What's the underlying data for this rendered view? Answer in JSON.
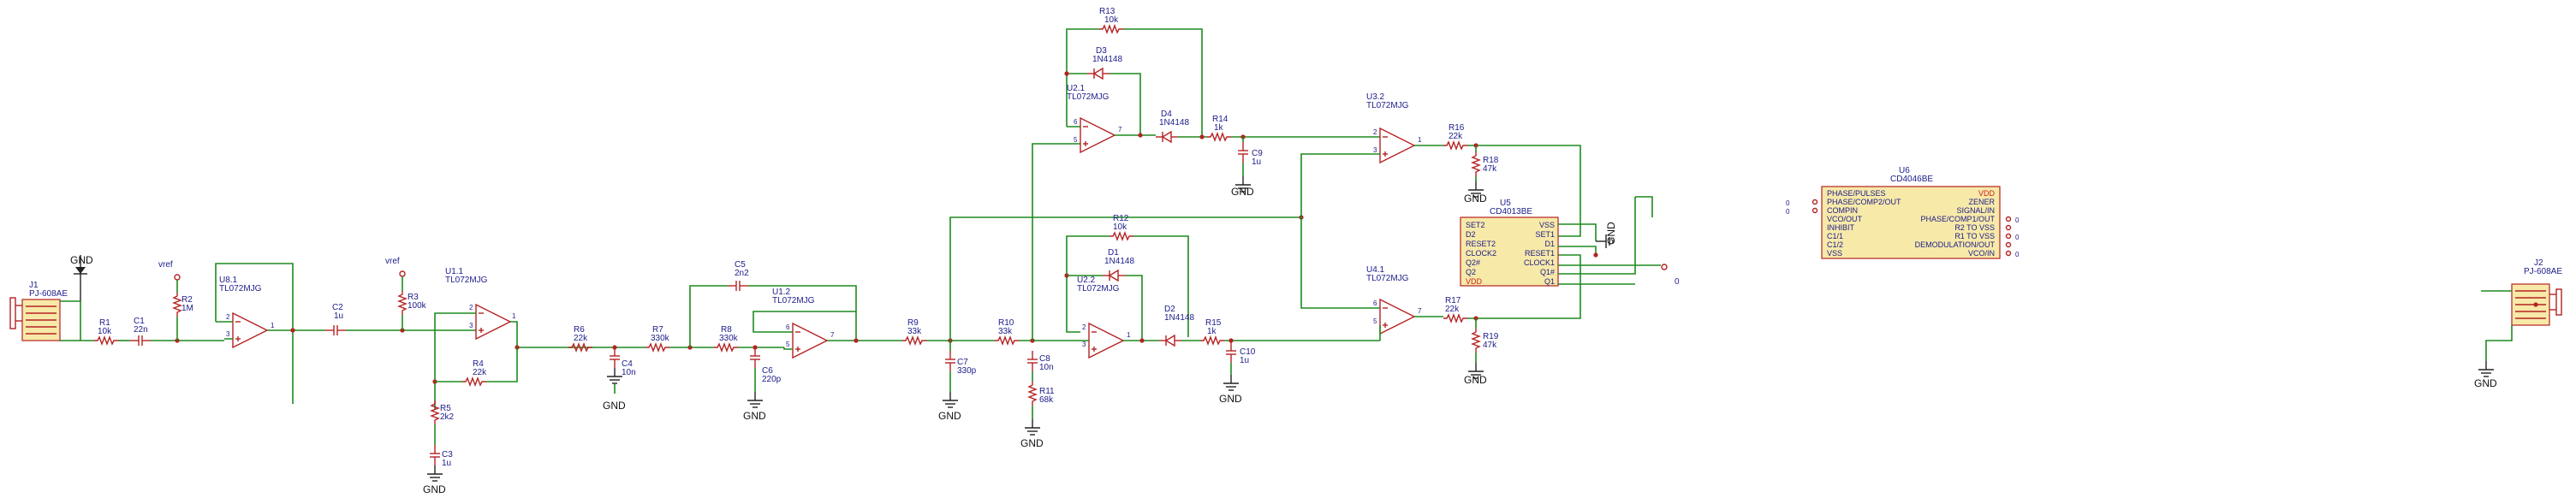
{
  "components": {
    "J1": {
      "ref": "J1",
      "value": "PJ-608AE"
    },
    "R1": {
      "ref": "R1",
      "value": "10k"
    },
    "C1": {
      "ref": "C1",
      "value": "22n"
    },
    "R2": {
      "ref": "R2",
      "value": "1M"
    },
    "U8_1": {
      "ref": "U8.1",
      "value": "TL072MJG"
    },
    "C2": {
      "ref": "C2",
      "value": "1u"
    },
    "R3": {
      "ref": "R3",
      "value": "100k"
    },
    "U1_1": {
      "ref": "U1.1",
      "value": "TL072MJG"
    },
    "R4": {
      "ref": "R4",
      "value": "22k"
    },
    "R5": {
      "ref": "R5",
      "value": "2k2"
    },
    "C3": {
      "ref": "C3",
      "value": "1u"
    },
    "R6": {
      "ref": "R6",
      "value": "22k"
    },
    "C4": {
      "ref": "C4",
      "value": "10n"
    },
    "R7": {
      "ref": "R7",
      "value": "330k"
    },
    "C5": {
      "ref": "C5",
      "value": "2n2"
    },
    "R8": {
      "ref": "R8",
      "value": "330k"
    },
    "C6": {
      "ref": "C6",
      "value": "220p"
    },
    "U1_2": {
      "ref": "U1.2",
      "value": "TL072MJG"
    },
    "R9": {
      "ref": "R9",
      "value": "33k"
    },
    "C7": {
      "ref": "C7",
      "value": "330p"
    },
    "R10": {
      "ref": "R10",
      "value": "33k"
    },
    "C8": {
      "ref": "C8",
      "value": "10n"
    },
    "R11": {
      "ref": "R11",
      "value": "68k"
    },
    "R13": {
      "ref": "R13",
      "value": "10k"
    },
    "D3": {
      "ref": "D3",
      "value": "1N4148"
    },
    "U2_1": {
      "ref": "U2.1",
      "value": "TL072MJG"
    },
    "D4": {
      "ref": "D4",
      "value": "1N4148"
    },
    "R14": {
      "ref": "R14",
      "value": "1k"
    },
    "C9": {
      "ref": "C9",
      "value": "1u"
    },
    "R12": {
      "ref": "R12",
      "value": "10k"
    },
    "D1": {
      "ref": "D1",
      "value": "1N4148"
    },
    "U2_2": {
      "ref": "U2.2",
      "value": "TL072MJG"
    },
    "D2": {
      "ref": "D2",
      "value": "1N4148"
    },
    "R15": {
      "ref": "R15",
      "value": "1k"
    },
    "C10": {
      "ref": "C10",
      "value": "1u"
    },
    "U3_2": {
      "ref": "U3.2",
      "value": "TL072MJG"
    },
    "R16": {
      "ref": "R16",
      "value": "22k"
    },
    "R18": {
      "ref": "R18",
      "value": "47k"
    },
    "U4_1": {
      "ref": "U4.1",
      "value": "TL072MJG"
    },
    "R17": {
      "ref": "R17",
      "value": "22k"
    },
    "R19": {
      "ref": "R19",
      "value": "47k"
    },
    "U5": {
      "ref": "U5",
      "value": "CD4013BE"
    },
    "U6": {
      "ref": "U6",
      "value": "CD4046BE"
    },
    "J2": {
      "ref": "J2",
      "value": "PJ-608AE"
    }
  },
  "labels": {
    "gnd": "GND",
    "vref": "vref"
  },
  "u5_pins_left": [
    "SET2",
    "D2",
    "RESET2",
    "CLOCK2",
    "Q2#",
    "Q2",
    "VDD"
  ],
  "u5_pins_right": [
    "VSS",
    "SET1",
    "D1",
    "RESET1",
    "CLOCK1",
    "Q1#",
    "Q1"
  ],
  "u6_pins_left": [
    "PHASE/PULSES",
    "PHASE/COMP2/OUT",
    "COMPIN",
    "VCO/OUT",
    "INHIBIT",
    "C1/1",
    "C1/2",
    "VSS"
  ],
  "u6_pins_right": [
    "VDD",
    "ZENER",
    "SIGNAL/IN",
    "PHASE/COMP1/OUT",
    "R2 TO VSS",
    "R1 TO VSS",
    "DEMODULATION/OUT",
    "VCO/IN"
  ],
  "colors": {
    "wire": "#1e8a1e",
    "part": "#b52222",
    "text": "#1b1b8a",
    "power_pin": "#cc1f1f"
  }
}
